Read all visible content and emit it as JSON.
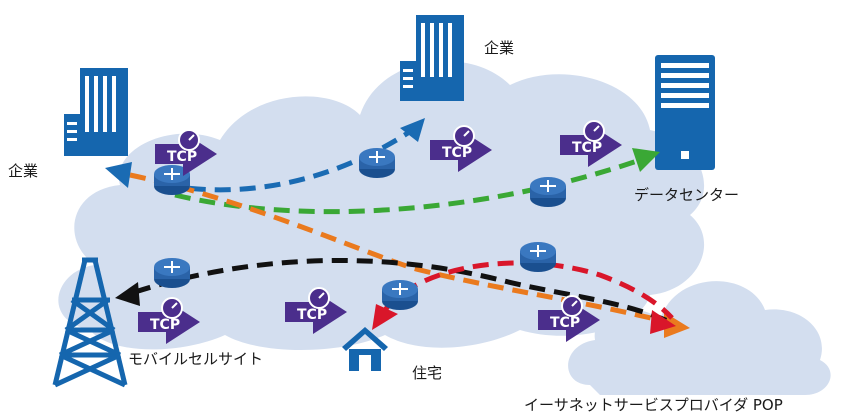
{
  "colors": {
    "cloud_fill": "#d3deef",
    "blue_structure": "#1566ae",
    "router_fill": "#2a63a8",
    "tcp_purple": "#4b2e8c",
    "tcp_gauge": "#ffffff",
    "path_blue": "#1a6bb3",
    "path_green": "#3aa835",
    "path_orange": "#ea7a1e",
    "path_black": "#111111",
    "path_red": "#d9162a"
  },
  "icons": {
    "enterprise": "office-building-icon",
    "datacenter": "server-rack-icon",
    "cell_site": "cell-tower-icon",
    "residence": "house-icon",
    "router": "router-icon",
    "tcp": "tcp-accelerator-icon"
  },
  "tcp_badge_text": "TCP",
  "labels": {
    "enterprise_left": "企業",
    "enterprise_top": "企業",
    "datacenter": "データセンター",
    "cell_site": "モバイルセルサイト",
    "residence": "住宅",
    "ethernet_pop": "イーサネットサービスプロバイダ POP"
  }
}
